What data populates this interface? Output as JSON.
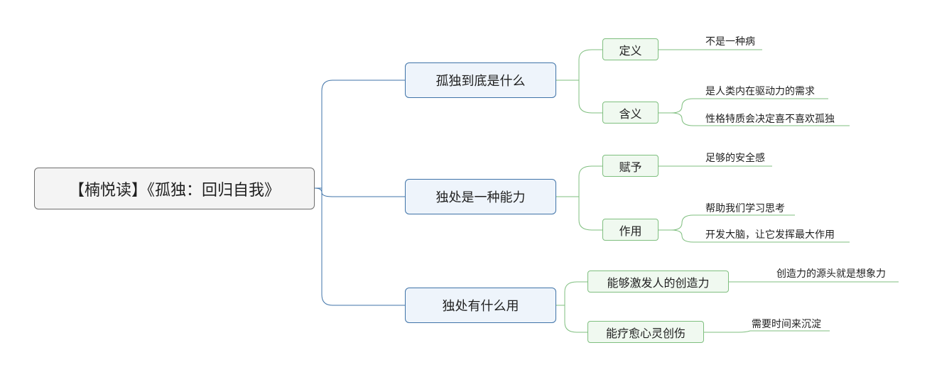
{
  "root": {
    "label": "【楠悦读】《孤独：回归自我》"
  },
  "branches": [
    {
      "label": "孤独到底是什么",
      "children": [
        {
          "label": "定义",
          "leaves": [
            "不是一种病"
          ]
        },
        {
          "label": "含义",
          "leaves": [
            "是人类内在驱动力的需求",
            "性格特质会决定喜不喜欢孤独"
          ]
        }
      ]
    },
    {
      "label": "独处是一种能力",
      "children": [
        {
          "label": "赋予",
          "leaves": [
            "足够的安全感"
          ]
        },
        {
          "label": "作用",
          "leaves": [
            "帮助我们学习思考",
            "开发大脑，让它发挥最大作用"
          ]
        }
      ]
    },
    {
      "label": "独处有什么用",
      "children": [
        {
          "label": "能够激发人的创造力",
          "leaves": [
            "创造力的源头就是想象力"
          ]
        },
        {
          "label": "能疗愈心灵创伤",
          "leaves": [
            "需要时间来沉淀"
          ]
        }
      ]
    }
  ],
  "colors": {
    "root_border": "#6e6e6e",
    "level1_border": "#3f73a8",
    "level1_fill": "#eef4fb",
    "level2_border": "#7fbf7f",
    "level2_fill": "#f0f9f0",
    "leaf_line": "#8a8a8a"
  }
}
